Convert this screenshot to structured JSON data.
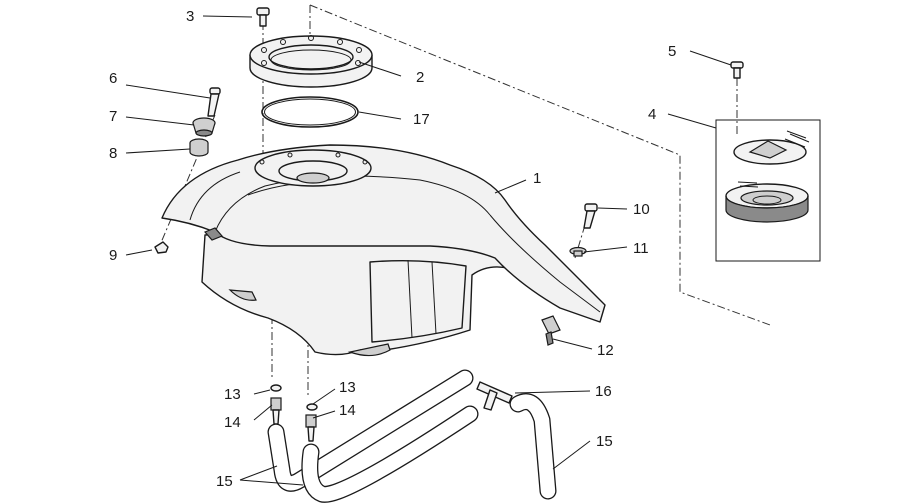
{
  "callouts": {
    "c1": "1",
    "c2": "2",
    "c3": "3",
    "c4": "4",
    "c5": "5",
    "c6": "6",
    "c7": "7",
    "c8": "8",
    "c9": "9",
    "c10": "10",
    "c11": "11",
    "c12": "12",
    "c13a": "13",
    "c13b": "13",
    "c14a": "14",
    "c14b": "14",
    "c15a": "15",
    "c15b": "15",
    "c16": "16",
    "c17": "17"
  }
}
